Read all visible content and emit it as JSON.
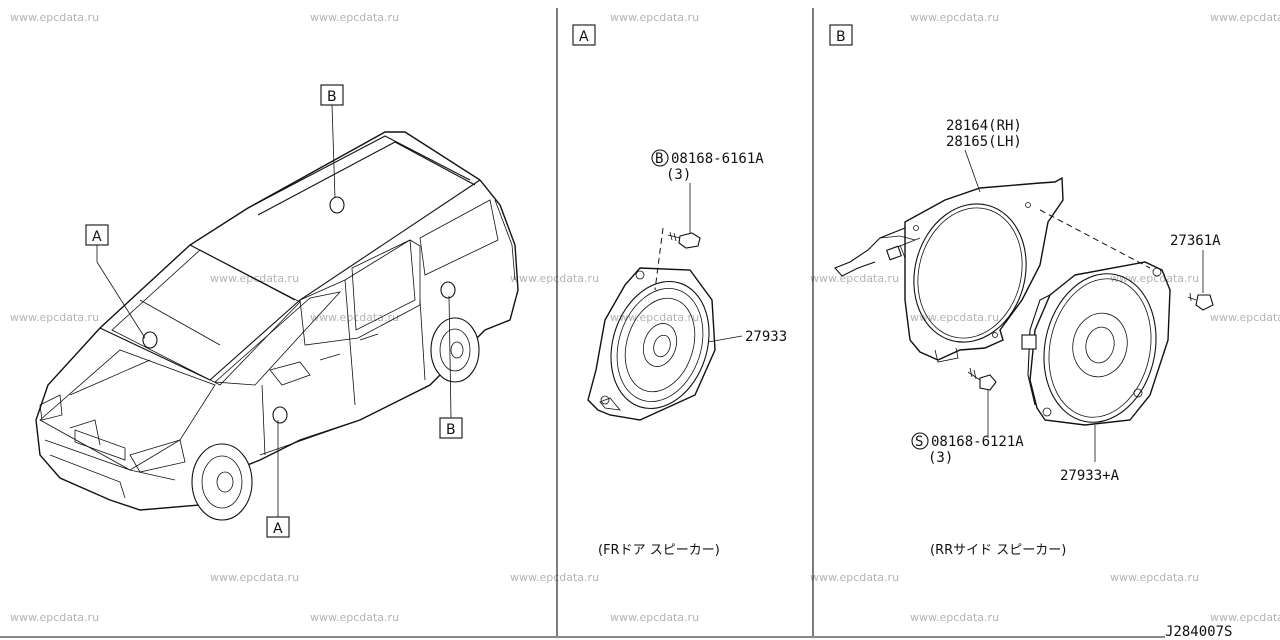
{
  "watermark": "www.epcdata.ru",
  "diagram_id": "J284007S",
  "callouts": {
    "box_a": "A",
    "box_b": "B"
  },
  "panel_a": {
    "title": "A",
    "bolt_symbol": "B",
    "bolt_part": "08168-6161A",
    "bolt_qty": "(3)",
    "speaker_part": "27933",
    "caption": "(FRドア スピーカー)"
  },
  "panel_b": {
    "title": "B",
    "bracket_rh": "28164(RH)",
    "bracket_lh": "28165(LH)",
    "clip_part": "27361A",
    "screw_symbol": "S",
    "screw_part": "08168-6121A",
    "screw_qty": "(3)",
    "speaker_part": "27933+A",
    "caption": "(RRサイド スピーカー)"
  }
}
